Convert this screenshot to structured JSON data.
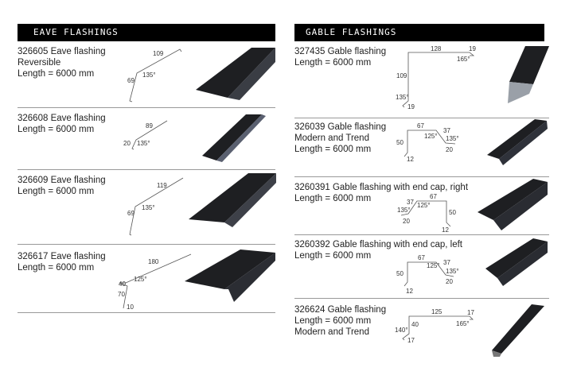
{
  "eave": {
    "title": "EAVE FLASHINGS",
    "items": [
      {
        "code_name": "326605 Eave flashing",
        "extra": "Reversible",
        "length": "Length = 6000 mm",
        "dims": {
          "a": "109",
          "b": "69",
          "angle": "135°"
        }
      },
      {
        "code_name": "326608 Eave flashing",
        "length": "Length = 6000 mm",
        "dims": {
          "a": "89",
          "b": "20",
          "angle": "135°"
        }
      },
      {
        "code_name": "326609 Eave flashing",
        "length": "Length = 6000 mm",
        "dims": {
          "a": "119",
          "b": "69",
          "angle": "135°"
        }
      },
      {
        "code_name": "326617 Eave flashing",
        "length": "Length = 6000 mm",
        "dims": {
          "a": "180",
          "b": "40",
          "c": "70",
          "d": "10",
          "angle": "125°"
        }
      }
    ]
  },
  "gable": {
    "title": "GABLE FLASHINGS",
    "items": [
      {
        "code_name": "327435 Gable flashing",
        "length": "Length = 6000 mm",
        "dims": {
          "top": "128",
          "hook": "19",
          "hook_angle": "165°",
          "side": "109",
          "bottom_angle": "135°",
          "bottom": "19"
        }
      },
      {
        "code_name": "326039 Gable flashing",
        "extra": "Modern and Trend",
        "length": "Length = 6000 mm",
        "dims": {
          "top": "67",
          "angle1": "125°",
          "slope": "37",
          "angle2": "135°",
          "side": "50",
          "foot": "20",
          "hem": "12"
        }
      },
      {
        "code_name": "3260391 Gable flashing with end cap, right",
        "length": "Length = 6000 mm",
        "dims": {
          "top": "67",
          "angle1": "125°",
          "slope": "37",
          "angle2": "135°",
          "side": "50",
          "foot": "20",
          "hem": "12"
        }
      },
      {
        "code_name": "3260392 Gable flashing with end cap, left",
        "length": "Length = 6000 mm",
        "dims": {
          "top": "67",
          "angle1": "125°",
          "slope": "37",
          "angle2": "135°",
          "side": "50",
          "foot": "20",
          "hem": "12"
        }
      },
      {
        "code_name": "326624 Gable flashing",
        "length": "Length = 6000 mm",
        "extra": "Modern and Trend",
        "dims": {
          "top": "125",
          "hook": "17",
          "hook_angle": "165°",
          "side": "40",
          "bottom_angle": "140°",
          "bottom": "17"
        }
      }
    ]
  }
}
